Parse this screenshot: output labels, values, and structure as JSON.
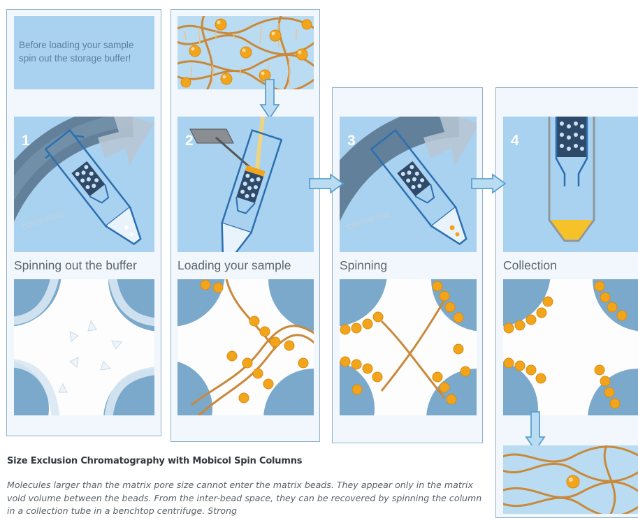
{
  "top_note": "Before loading your sample spin out the storage buffer!",
  "steps": [
    {
      "number": "1",
      "label": "Spinning out the buffer"
    },
    {
      "number": "2",
      "label": "Loading your sample"
    },
    {
      "number": "3",
      "label": "Spinning"
    },
    {
      "number": "4",
      "label": "Collection"
    }
  ],
  "centrifuge_text": "CENTRIFUGE",
  "caption": {
    "title": "Size Exclusion Chromatography with Mobicol Spin Columns",
    "body": "Molecules larger than the matrix pore size cannot enter the matrix beads. They appear only in the matrix void volume between the beads. From the inter-bead space, they can be recovered by spinning the column in a collection tube in a benchtop centrifuge. Strong"
  },
  "colors": {
    "panel_border": "#8fb1cc",
    "box_blue": "#a9d2f0",
    "bead_blue": "#7ba9cc",
    "sphere_orange": "#f2a51b",
    "dna_gold": "#c9893a"
  },
  "icons": [
    "down-arrow-icon",
    "right-arrow-icon",
    "spin-column-icon",
    "pipette-icon",
    "collection-tube-icon",
    "centrifuge-rotor-icon"
  ]
}
